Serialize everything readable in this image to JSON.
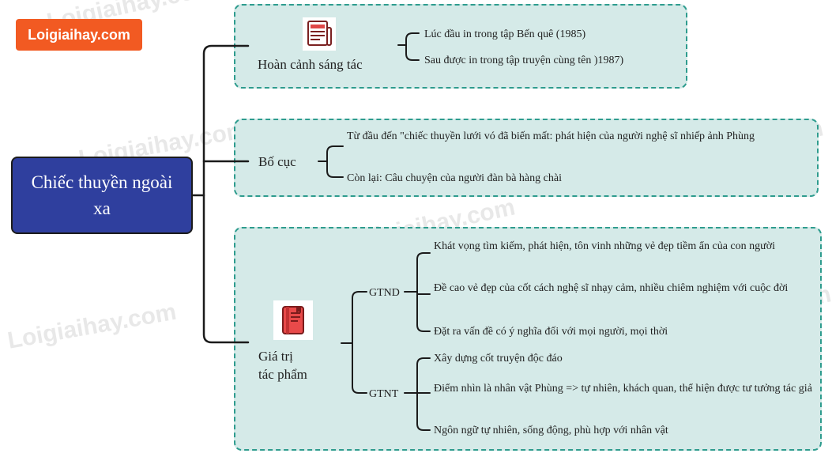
{
  "brand": {
    "logo_text": "Loigiaihay.com"
  },
  "watermark": "Loigiaihay.com",
  "root": {
    "title": "Chiếc thuyền ngoài xa"
  },
  "branches": {
    "hoan_canh": {
      "label": "Hoàn cảnh sáng tác",
      "icon": "newspaper-icon",
      "items": [
        "Lúc đầu in trong tập Bến quê (1985)",
        "Sau được in trong tập truyện cùng tên )1987)"
      ]
    },
    "bo_cuc": {
      "label": "Bố cục",
      "items": [
        "Từ đầu đến \"chiếc thuyền lưới vó đã biến mất: phát hiện của người nghệ sĩ nhiếp ảnh Phùng",
        "Còn lại: Câu chuyện của người đàn bà hàng chài"
      ]
    },
    "gia_tri": {
      "label_line1": "Giá trị",
      "label_line2": "tác phẩm",
      "icon": "book-icon",
      "gtnd": {
        "label": "GTND",
        "items": [
          "Khát vọng tìm kiếm, phát hiện, tôn vinh những vẻ đẹp tiềm ẩn của con người",
          "Đề cao vẻ đẹp của cốt cách nghệ sĩ nhạy cảm, nhiều chiêm nghiệm với cuộc đời",
          "Đặt ra vấn đề có ý nghĩa đối với mọi người, mọi thời"
        ]
      },
      "gtnt": {
        "label": "GTNT",
        "items": [
          "Xây dựng cốt truyện độc đáo",
          "Điểm nhìn là nhân vật Phùng => tự nhiên, khách quan, thể hiện được tư tưởng tác giả",
          "Ngôn ngữ tự nhiên, sống động, phù hợp với nhân vật"
        ]
      }
    }
  },
  "colors": {
    "root_fill": "#2f3f9e",
    "panel_fill": "#d5eae8",
    "panel_border": "#2e9c8e",
    "brand_fill": "#f25a22",
    "connector": "#1b1b1b"
  }
}
